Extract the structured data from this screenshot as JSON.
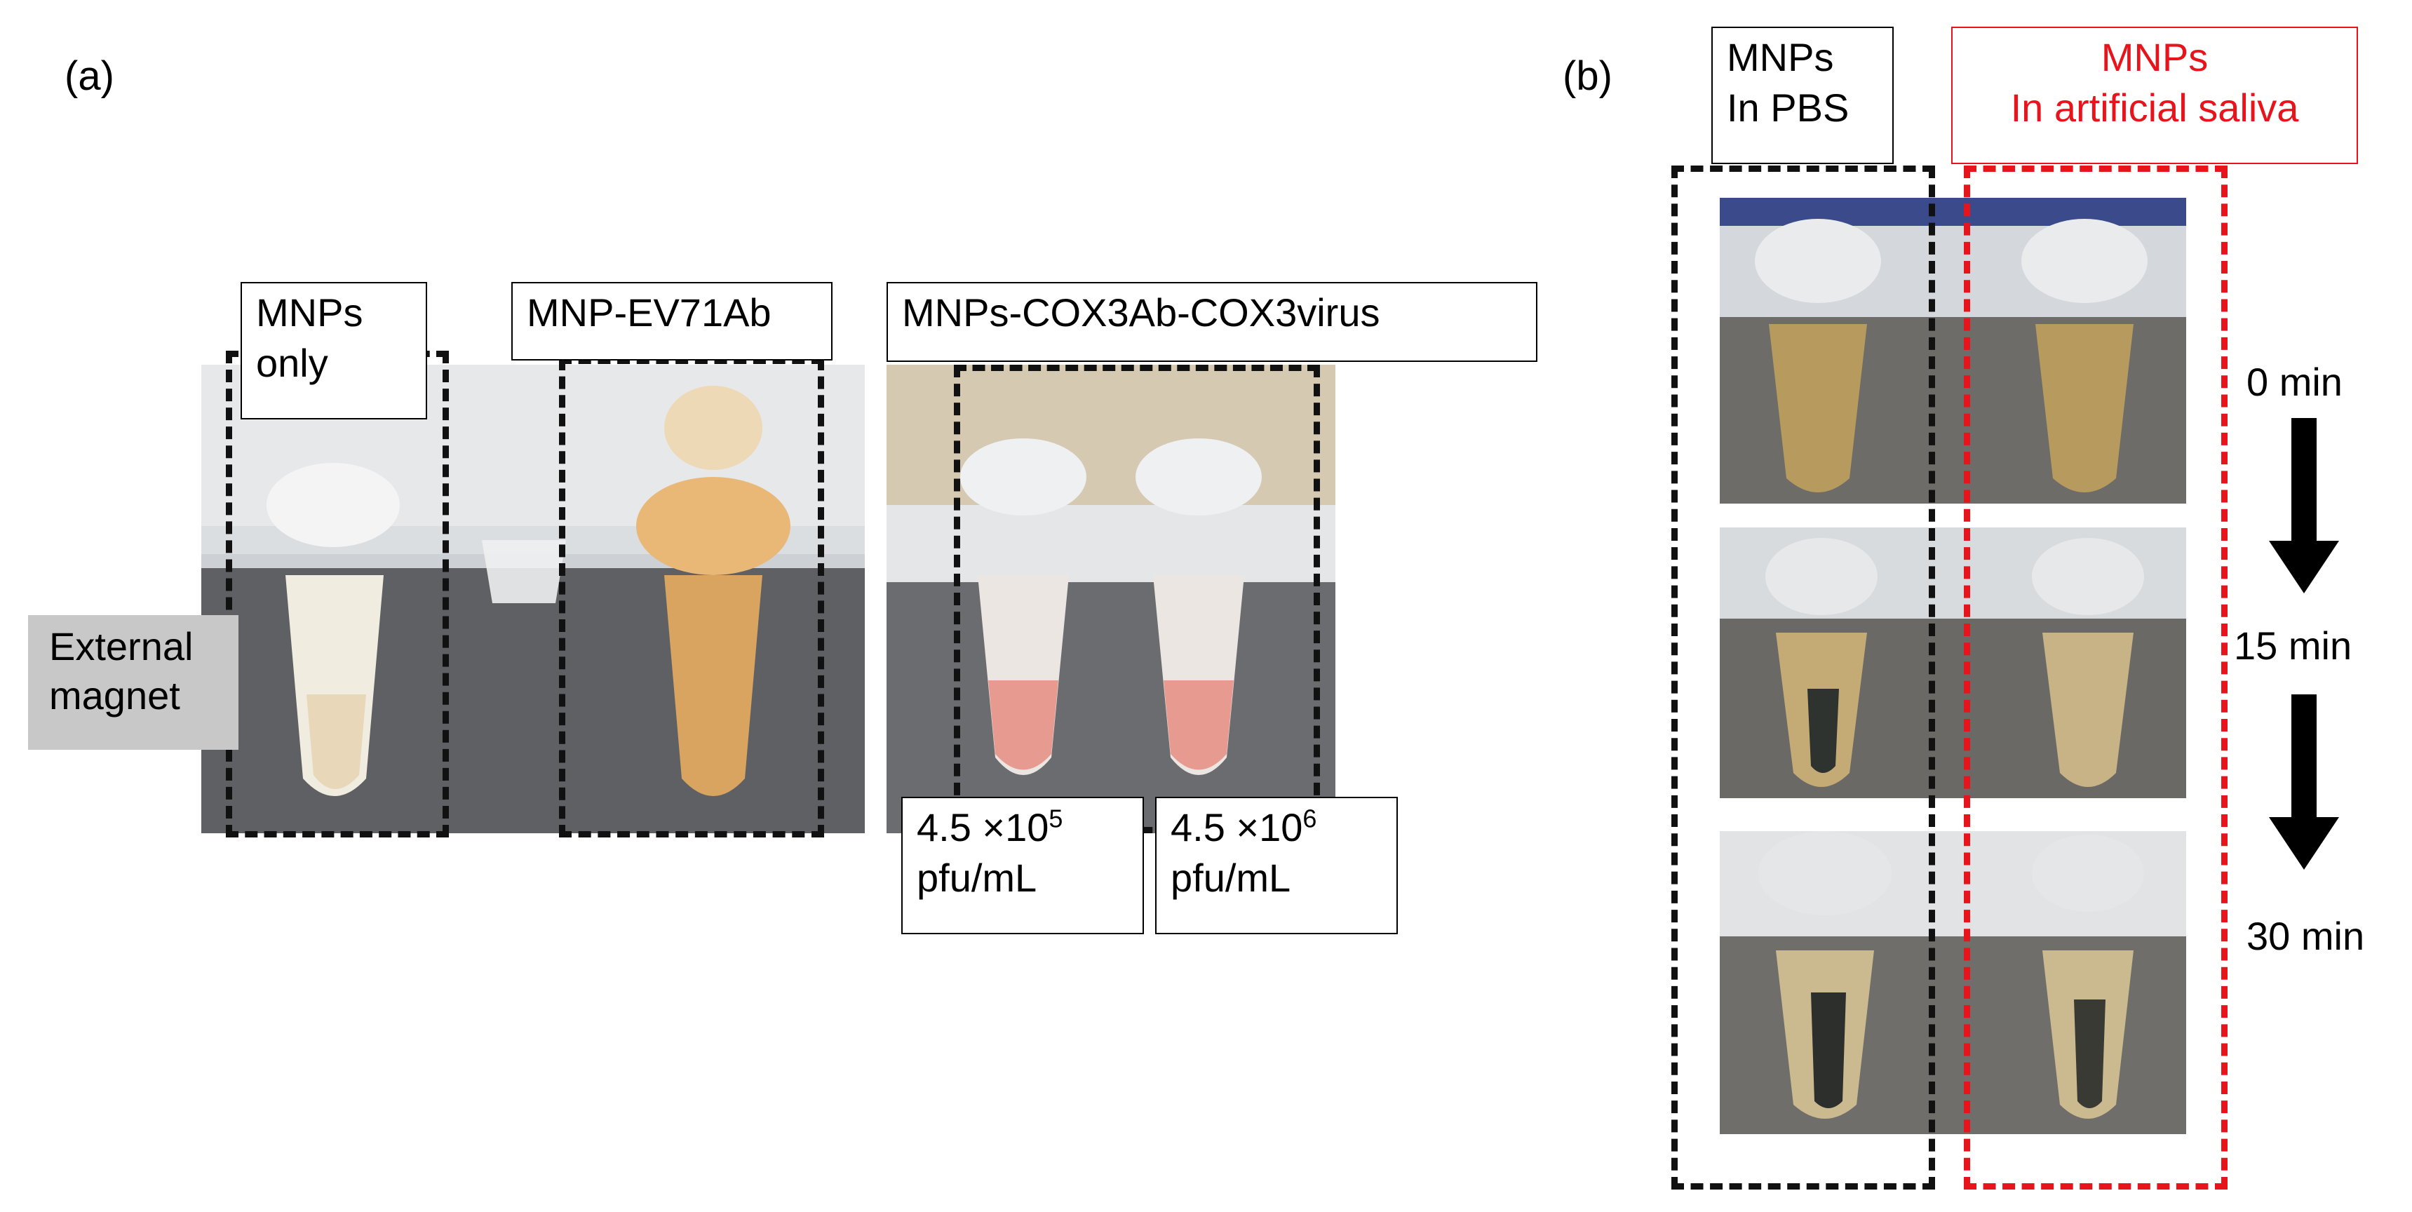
{
  "panel_a": {
    "label": "(a)",
    "tube_labels": {
      "mnps_only": "MNPs\nonly",
      "mnp_ev71ab": "MNP-EV71Ab",
      "mnps_cox3": "MNPs-COX3Ab-COX3virus"
    },
    "external_magnet": "External\nmagnet",
    "concentrations": [
      {
        "base": "4.5  ×10",
        "exp": "5",
        "unit": "pfu/mL"
      },
      {
        "base": "4.5  ×10",
        "exp": "6",
        "unit": "pfu/mL"
      }
    ]
  },
  "panel_b": {
    "label": "(b)",
    "pbs_label": "MNPs\nIn PBS",
    "saliva_label": "MNPs\nIn artificial saliva",
    "times": [
      "0 min",
      "15 min",
      "30 min"
    ]
  },
  "colors": {
    "red_accent": "#e8141b",
    "dash_black": "#111111",
    "label_grey": "#c8c8c8"
  }
}
